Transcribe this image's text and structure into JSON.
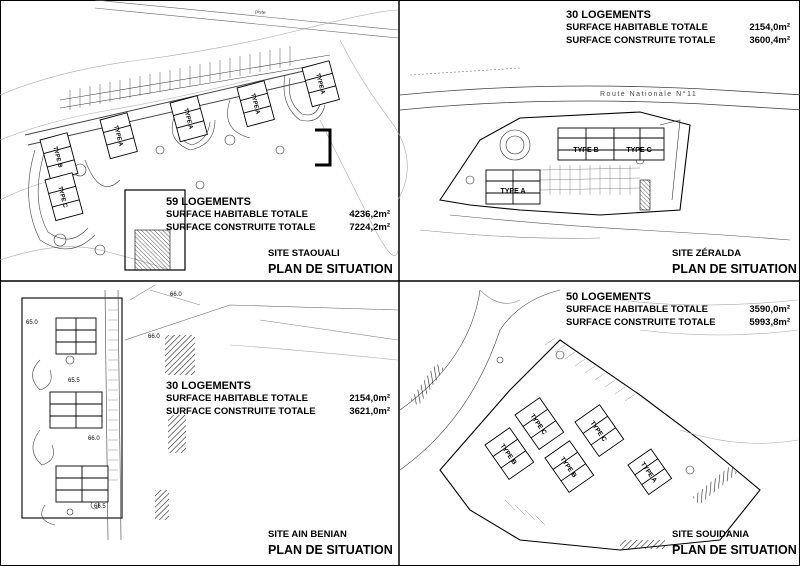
{
  "panels": [
    {
      "logements": "59 LOGEMENTS",
      "hab_label": "SURFACE HABITABLE TOTALE",
      "hab_value": "4236,2m²",
      "const_label": "SURFACE CONSTRUITE TOTALE",
      "const_value": "7224,2m²",
      "site": "SITE STAOUALI",
      "plan": "PLAN DE SITUATION",
      "types": [
        "TYPE B",
        "TYPE C",
        "TYPE A",
        "TYPE A",
        "TYPE A",
        "TYPE A"
      ],
      "road_labels": [
        "piste"
      ]
    },
    {
      "logements": "30 LOGEMENTS",
      "hab_label": "SURFACE HABITABLE TOTALE",
      "hab_value": "2154,0m²",
      "const_label": "SURFACE CONSTRUITE TOTALE",
      "const_value": "3600,4m²",
      "site": "SITE ZÉRALDA",
      "plan": "PLAN DE SITUATION",
      "types": [
        "TYPE B",
        "TYPE C",
        "TYPE A"
      ],
      "road_labels": [
        "Route Nationale N°11"
      ]
    },
    {
      "logements": "30 LOGEMENTS",
      "hab_label": "SURFACE HABITABLE TOTALE",
      "hab_value": "2154,0m²",
      "const_label": "SURFACE CONSTRUITE TOTALE",
      "const_value": "3621,0m²",
      "site": "SITE AIN BENIAN",
      "plan": "PLAN DE SITUATION",
      "types": [],
      "spot_heights": [
        "65.0",
        "66.0",
        "65.5",
        "66.0",
        "66.5",
        "66.0"
      ]
    },
    {
      "logements": "50 LOGEMENTS",
      "hab_label": "SURFACE HABITABLE TOTALE",
      "hab_value": "3590,0m²",
      "const_label": "SURFACE CONSTRUITE TOTALE",
      "const_value": "5993,8m²",
      "site": "SITE SOUIDANIA",
      "plan": "PLAN DE SITUATION",
      "types": [
        "TYPE C",
        "TYPE B",
        "TYPE C",
        "TYPE B",
        "TYPE A"
      ]
    }
  ],
  "colors": {
    "ink": "#000000",
    "line": "#333333",
    "light": "#9a9a9a"
  }
}
